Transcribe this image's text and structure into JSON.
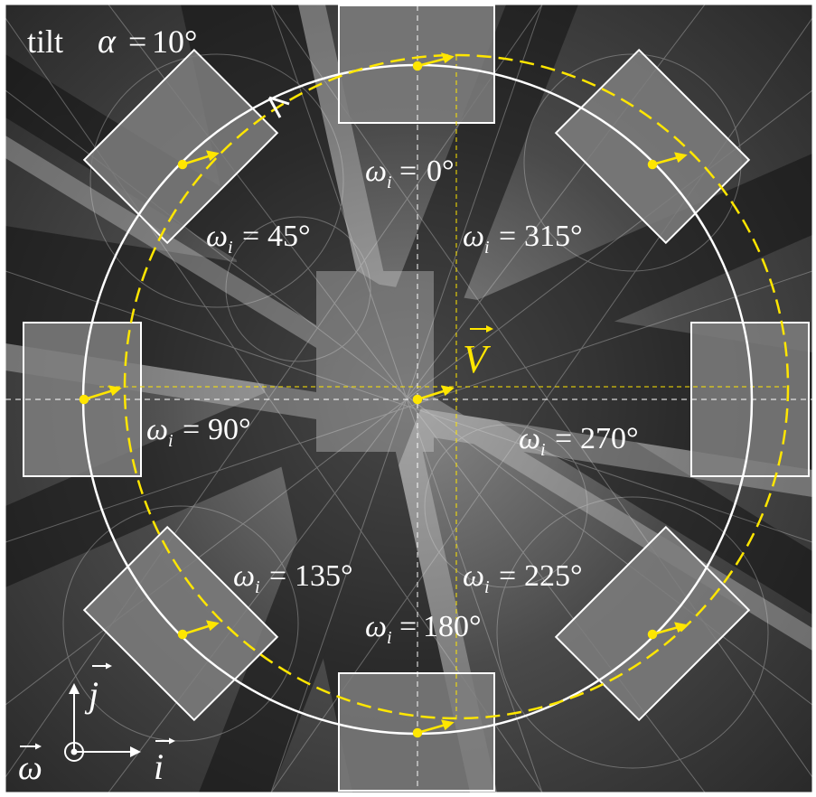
{
  "figure": {
    "tilt_label": "tilt",
    "alpha_symbol": "α",
    "tilt_eq": "=",
    "tilt_value": "10°",
    "omega_symbol": "ω",
    "omega_subscript": "i",
    "eq_sign": "=",
    "omega_values": {
      "w0": "0°",
      "w45": "45°",
      "w90": "90°",
      "w135": "135°",
      "w180": "180°",
      "w225": "225°",
      "w270": "270°",
      "w315": "315°"
    },
    "vector_V": "V",
    "axis_i": "i",
    "axis_j": "j",
    "axis_omega": "ω",
    "colors": {
      "background_pattern": "#3a3a3a",
      "circle": "#ffffff",
      "dashed_circle": "#ffe600",
      "frame": "#ffffff"
    }
  }
}
